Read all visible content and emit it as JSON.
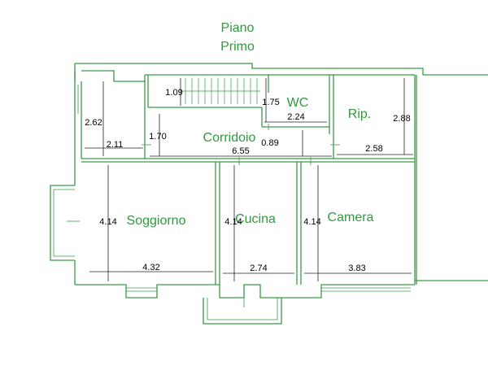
{
  "title": {
    "line1": "Piano",
    "line2": "Primo"
  },
  "rooms": {
    "wc": "WC",
    "rip": "Rip.",
    "corridoio": "Corridoio",
    "soggiorno": "Soggiorno",
    "cucina": "Cucina",
    "camera": "Camera"
  },
  "dimensions": {
    "stair_depth": "1.09",
    "wc_height": "1.75",
    "wc_width": "2.24",
    "rip_height": "2.88",
    "entry_height": "2.62",
    "corr_left_height": "1.70",
    "corr_narrow_height": "0.89",
    "entry_width": "2.11",
    "corr_length": "6.55",
    "rip_width": "2.58",
    "soggiorno_height": "4.14",
    "soggiorno_width": "4.32",
    "cucina_height": "4.14",
    "cucina_width": "2.74",
    "camera_height": "4.14",
    "camera_width": "3.83"
  },
  "colors": {
    "walls": "#3a9a48",
    "labels": "#2e9a3c",
    "dimensions": "#222222"
  }
}
